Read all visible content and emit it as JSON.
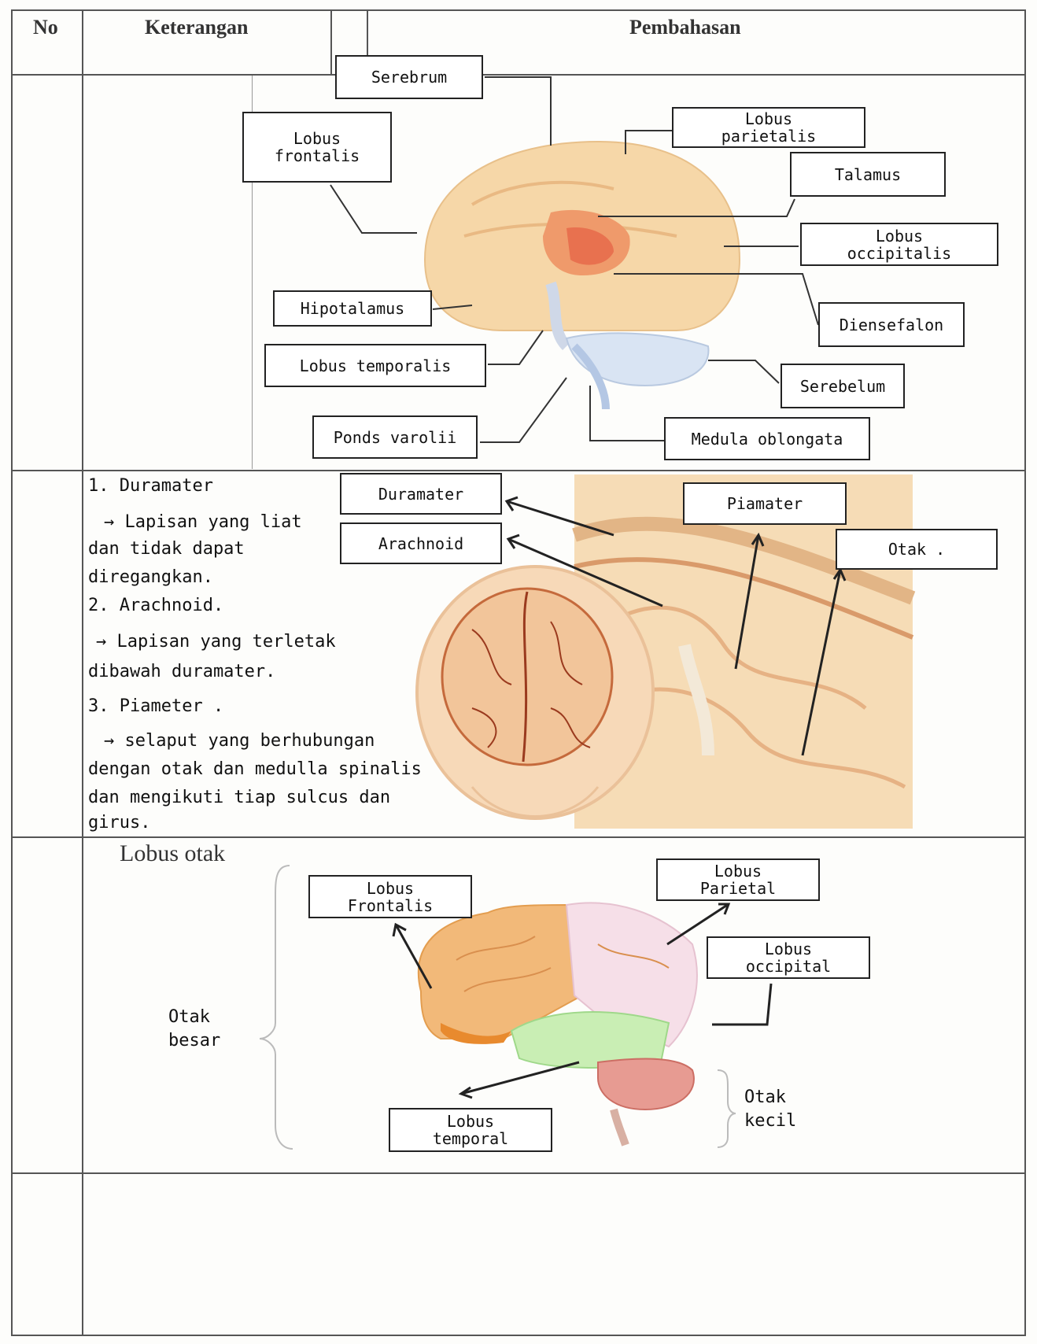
{
  "table": {
    "headers": {
      "no": "No",
      "keterangan": "Keterangan",
      "pembahasan": "Pembahasan"
    }
  },
  "row1": {
    "labels": {
      "serebrum": "Serebrum",
      "lobus_frontalis": "Lobus\nfrontalis",
      "lobus_parietalis": "Lobus\nparietalis",
      "talamus": "Talamus",
      "lobus_occipitalis": "Lobus\noccipitalis",
      "hipotalamus": "Hipotalamus",
      "diensefalon": "Diensefalon",
      "lobus_temporalis": "Lobus temporalis",
      "serebelum": "Serebelum",
      "pons_varolii": "Ponds varolii",
      "medula_oblongata": "Medula oblongata"
    }
  },
  "row2": {
    "notes": [
      "1. Duramater",
      "→ Lapisan yang liat",
      "dan tidak dapat",
      "diregangkan.",
      "2. Arachnoid.",
      "→ Lapisan yang terletak",
      "dibawah duramater.",
      "3. Piameter .",
      "→ selaput yang berhubungan",
      "dengan otak dan medulla spinalis",
      "dan mengikuti tiap sulcus dan",
      "girus."
    ],
    "labels": {
      "duramater": "Duramater",
      "arachnoid": "Arachnoid",
      "piamater": "Piamater",
      "otak": "Otak ."
    }
  },
  "row3": {
    "title": "Lobus otak",
    "labels": {
      "lobus_frontalis": "Lobus\nFrontalis",
      "lobus_parietal": "Lobus\nParietal",
      "lobus_occipital": "Lobus\noccipital",
      "lobus_temporal": "Lobus\ntemporal",
      "otak_besar": "Otak\nbesar",
      "otak_kecil": "Otak\nkecil"
    }
  }
}
